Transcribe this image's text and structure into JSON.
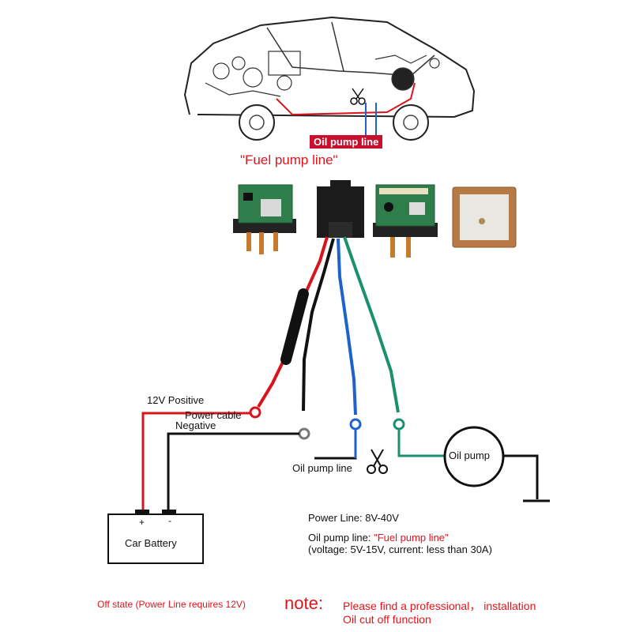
{
  "labels": {
    "oil_pump_line_tag": "Oil pump line",
    "fuel_pump_line_tag": "\"Fuel pump line\"",
    "positive_12v": "12V Positive",
    "power_cable": "Power cable",
    "negative": "Negative",
    "oil_pump_line": "Oil pump line",
    "oil_pump": "Oil pump",
    "car_battery": "Car Battery",
    "battery_plus": "+",
    "battery_minus": "-"
  },
  "info": {
    "power_line": "Power Line: 8V-40V",
    "oil_pump_line_prefix": "Oil pump line: ",
    "oil_pump_line_quoted": "\"Fuel pump line\"",
    "spec": "(voltage: 5V-15V, current: less than 30A)"
  },
  "footer": {
    "off_state": "Off state (Power Line requires 12V)",
    "note_label": "note:",
    "note_line1": "Please find a professional， installation",
    "note_line2": "Oil cut off function"
  },
  "colors": {
    "accent_red": "#e1141b",
    "wire_red": "#d8141c",
    "wire_black": "#111111",
    "wire_blue": "#1e63c8",
    "wire_green": "#1b8f6e",
    "pcb_green": "#2f7d4a"
  },
  "icons": {
    "scissors": "scissors-icon",
    "car": "car-icon",
    "gps_antenna": "gps-antenna-icon",
    "fuse": "fuse-icon"
  }
}
